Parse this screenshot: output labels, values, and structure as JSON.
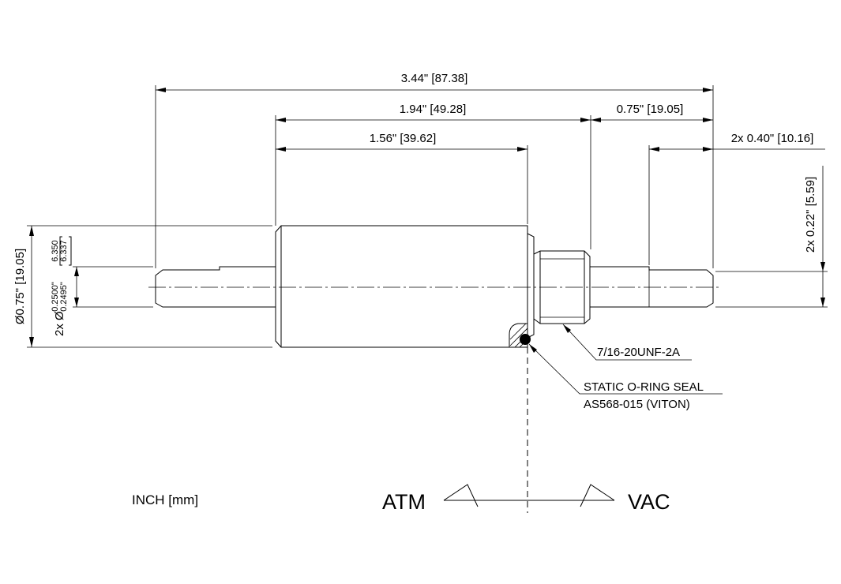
{
  "dimensions": {
    "overall_length": "3.44\" [87.38]",
    "body_length_total": "1.94\" [49.28]",
    "body_length": "1.56\" [39.62]",
    "thread_length": "0.75\" [19.05]",
    "shaft_flat_length": "2x 0.40\" [10.16]",
    "flat_depth": "2x 0.22\" [5.59]",
    "body_diameter": "Ø0.75\" [19.05]",
    "shaft_diameter_prefix": "2x Ø",
    "shaft_diameter_inch_upper": "0.2500\"",
    "shaft_diameter_inch_lower": "0.2495\"",
    "shaft_diameter_mm_upper": "6.350",
    "shaft_diameter_mm_lower": "6.337"
  },
  "callouts": {
    "thread_spec": "7/16-20UNF-2A",
    "seal_line1": "STATIC O-RING SEAL",
    "seal_line2": "AS568-015 (VITON)"
  },
  "units_note": "INCH [mm]",
  "side_labels": {
    "left": "ATM",
    "right": "VAC"
  }
}
